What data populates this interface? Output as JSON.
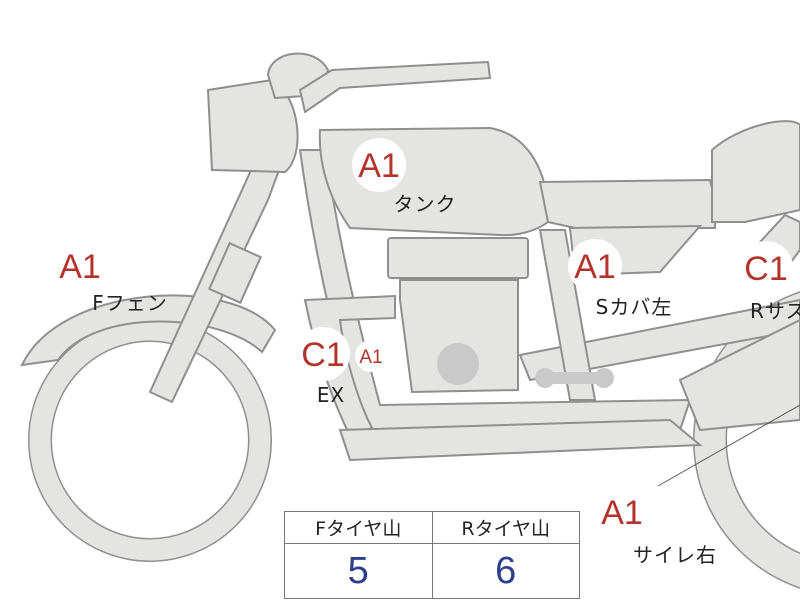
{
  "colors": {
    "part_fill": "#e4e4e2",
    "part_stroke": "#8f8f8f",
    "grade_text": "#b3332b",
    "tyre_value": "#2d3f8c"
  },
  "markers": [
    {
      "id": "tank",
      "grade": "A1",
      "label": "タンク"
    },
    {
      "id": "front-fender",
      "grade": "A1",
      "label": "Fフェン"
    },
    {
      "id": "side-cover-left",
      "grade": "A1",
      "label": "Sカバ左"
    },
    {
      "id": "rear-suspension",
      "grade": "C1",
      "label": "Rサス"
    },
    {
      "id": "exhaust",
      "grade": "C1",
      "extra_grade": "A1",
      "label": "EX"
    },
    {
      "id": "silencer-right",
      "grade": "A1",
      "label": "サイレ右"
    }
  ],
  "tyre_table": {
    "headers": [
      "Fタイヤ山",
      "Rタイヤ山"
    ],
    "values": [
      "5",
      "6"
    ]
  }
}
